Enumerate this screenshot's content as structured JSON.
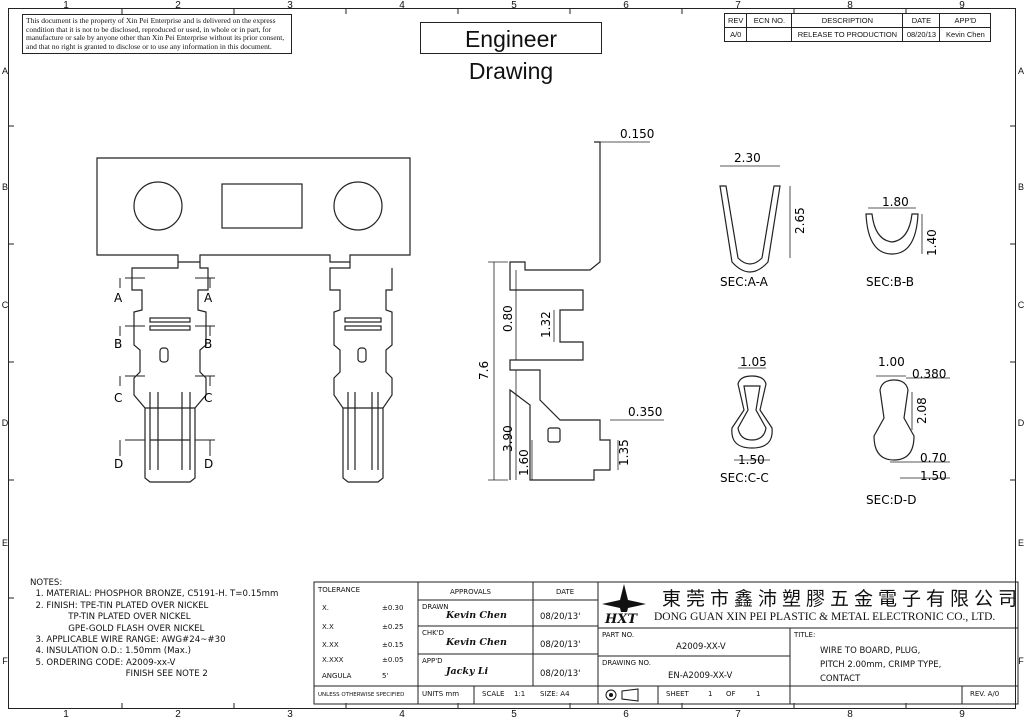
{
  "zones_top": [
    "1",
    "2",
    "3",
    "4",
    "5",
    "6",
    "7",
    "8",
    "9"
  ],
  "zones_side": [
    "A",
    "B",
    "C",
    "D",
    "E",
    "F"
  ],
  "disclaimer": "This document is the property of Xin Pei Enterprise and is delivered on the express condition that it is not to be disclosed, reproduced or used, in whole or in part, for manufacture or sale by anyone other than Xin Pei Enterprise without its prior consent, and that no right is granted to disclose or to use any information in this document.",
  "drawing_title": "Engineer Drawing",
  "revision_table": {
    "headers": [
      "REV",
      "ECN NO.",
      "DESCRIPTION",
      "DATE",
      "APP'D"
    ],
    "row": [
      "A/0",
      "",
      "RELEASE TO PRODUCTION",
      "08/20/13",
      "Kevin Chen"
    ]
  },
  "section_marks": [
    "A",
    "B",
    "C",
    "D"
  ],
  "dimensions": {
    "thickness": "0.150",
    "total_length": "7.6",
    "d080": "0.80",
    "d132": "1.32",
    "d390": "3.90",
    "d160": "1.60",
    "d135": "1.35",
    "d0350": "0.350",
    "secA_w": "2.30",
    "secA_h": "2.65",
    "secB_w": "1.80",
    "secB_h": "1.40",
    "secC_top": "1.05",
    "secC_bot": "1.50",
    "secD_top": "1.00",
    "secD_r": "0.380",
    "secD_h": "2.08",
    "secD_b1": "0.70",
    "secD_b2": "1.50"
  },
  "section_labels": [
    "SEC:A-A",
    "SEC:B-B",
    "SEC:C-C",
    "SEC:D-D"
  ],
  "notes": [
    "NOTES:",
    "  1. MATERIAL: PHOSPHOR BRONZE, C5191-H. T=0.15mm",
    "  2. FINISH: TPE-TIN PLATED OVER NICKEL",
    "              TP-TIN PLATED OVER NICKEL",
    "              GPE-GOLD FLASH OVER NICKEL",
    "  3. APPLICABLE WIRE RANGE: AWG#24~#30",
    "  4. INSULATION O.D.: 1.50mm (Max.)",
    "  5. ORDERING CODE: A2009-xx-V",
    "                                   FINISH SEE NOTE 2"
  ],
  "tolerance": {
    "header": "TOLERANCE",
    "rows": [
      [
        "X.",
        "±0.30"
      ],
      [
        "X.X",
        "±0.25"
      ],
      [
        "X.XX",
        "±0.15"
      ],
      [
        "X.XXX",
        "±0.05"
      ],
      [
        "ANGULA",
        "5'"
      ]
    ],
    "footer": "UNLESS OTHERWISE SPECIFIED"
  },
  "approvals": {
    "header": "APPROVALS",
    "date_header": "DATE",
    "rows": [
      {
        "role": "DRAWN",
        "name": "Kevin Chen",
        "date": "08/20/13'"
      },
      {
        "role": "CHK'D",
        "name": "Kevin Chen",
        "date": "08/20/13'"
      },
      {
        "role": "APP'D",
        "name": "Jacky Li",
        "date": "08/20/13'"
      }
    ],
    "units": "UNITS mm",
    "scale_label": "SCALE",
    "scale_value": "1:1",
    "size": "SIZE: A4"
  },
  "company": {
    "cn": "東莞市鑫沛塑膠五金電子有限公司",
    "en": "DONG GUAN XIN PEI PLASTIC & METAL ELECTRONIC CO., LTD.",
    "logo_text": "HXT"
  },
  "part": {
    "part_no_label": "PART NO.",
    "part_no": "A2009-XX-V",
    "drawing_no_label": "DRAWING NO.",
    "drawing_no": "EN-A2009-XX-V",
    "sheet_label": "SHEET",
    "sheet": "1",
    "of_label": "OF",
    "of": "1",
    "title_label": "TITLE:",
    "title_lines": [
      "WIRE TO BOARD, PLUG,",
      "PITCH 2.00mm, CRIMP TYPE,",
      "CONTACT"
    ],
    "rev": "REV. A/0"
  }
}
